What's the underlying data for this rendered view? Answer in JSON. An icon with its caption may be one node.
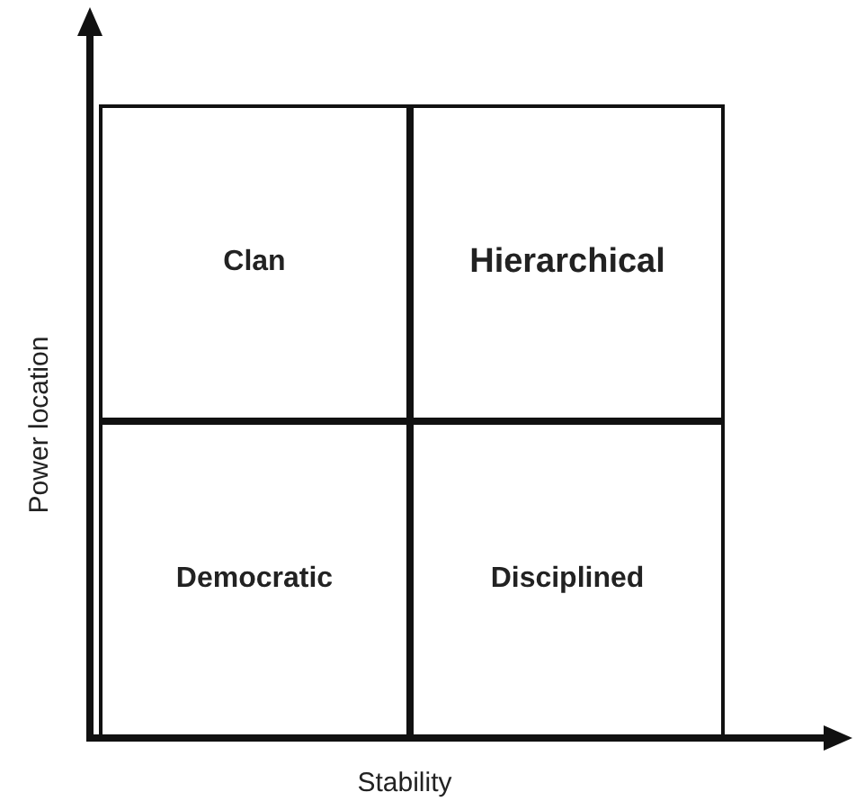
{
  "diagram": {
    "nodes": [
      {
        "text": [
          "Clan"
        ]
      },
      {
        "text": [
          "Hierarchical"
        ]
      },
      {
        "text": [
          "Democratic"
        ]
      },
      {
        "text": [
          "Disciplined"
        ]
      }
    ],
    "labels": [
      "Power location",
      "Stability"
    ]
  }
}
